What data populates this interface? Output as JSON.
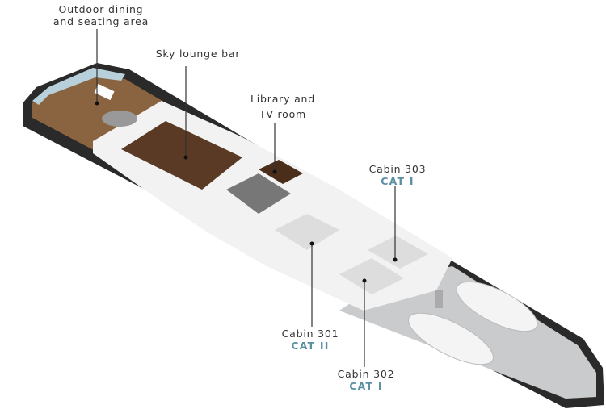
{
  "colors": {
    "hull": "#2a2a2a",
    "deck_wood": "#8a6440",
    "fore_deck": "#c9cbcc",
    "walls": "#f2f2f2",
    "category_text": "#5b8fa3",
    "label_text": "#333333"
  },
  "labels": {
    "outdoor": {
      "line1": "Outdoor dining",
      "line2": "and seating area"
    },
    "sky_lounge": {
      "line1": "Sky lounge bar"
    },
    "library": {
      "line1": "Library and",
      "line2": "TV room"
    },
    "cabin303": {
      "name": "Cabin 303",
      "category": "CAT I"
    },
    "cabin301": {
      "name": "Cabin 301",
      "category": "CAT II"
    },
    "cabin302": {
      "name": "Cabin 302",
      "category": "CAT I"
    }
  }
}
